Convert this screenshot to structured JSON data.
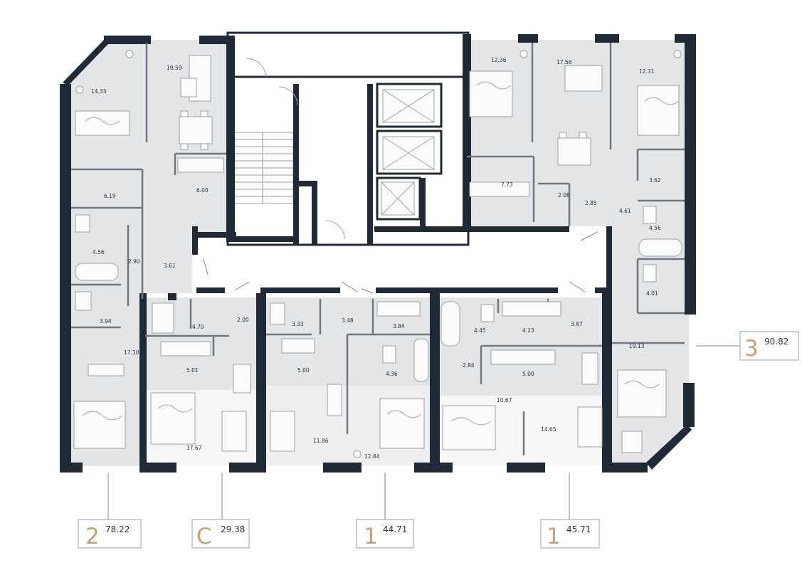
{
  "colors": {
    "wall": "#1f2a36",
    "room_fill": "#e3e5e7",
    "room_fill_light": "#f6f6f6",
    "accent": "#c4a07c"
  },
  "units": [
    {
      "type": "2",
      "area": "78.22"
    },
    {
      "type": "C",
      "area": "29.38"
    },
    {
      "type": "1",
      "area": "44.71"
    },
    {
      "type": "1",
      "area": "45.71"
    },
    {
      "type": "3",
      "area": "90.82"
    }
  ],
  "rooms": {
    "u2": [
      "14.33",
      "19.59",
      "6.00",
      "6.19",
      "4.56",
      "2.90",
      "3.61",
      "3.94",
      "17.10"
    ],
    "uc": [
      "4.70",
      "2.00",
      "5.01",
      "17.67"
    ],
    "u1a": [
      "3.33",
      "3.48",
      "3.84",
      "5.00",
      "4.36",
      "11.86",
      "12.84"
    ],
    "u1b": [
      "4.45",
      "4.23",
      "3.87",
      "2.84",
      "5.00",
      "10.67",
      "14.65"
    ],
    "u3": [
      "12.36",
      "17.56",
      "12.31",
      "7.73",
      "2.08",
      "2.85",
      "3.62",
      "4.61",
      "4.56",
      "4.01",
      "19.13"
    ]
  },
  "icons": [
    "stair-icon",
    "elevator-icon",
    "bed-icon",
    "sofa-icon",
    "dining-table-icon",
    "bathtub-icon",
    "toilet-icon",
    "sink-icon",
    "stove-icon",
    "plant-icon",
    "desk-icon"
  ]
}
